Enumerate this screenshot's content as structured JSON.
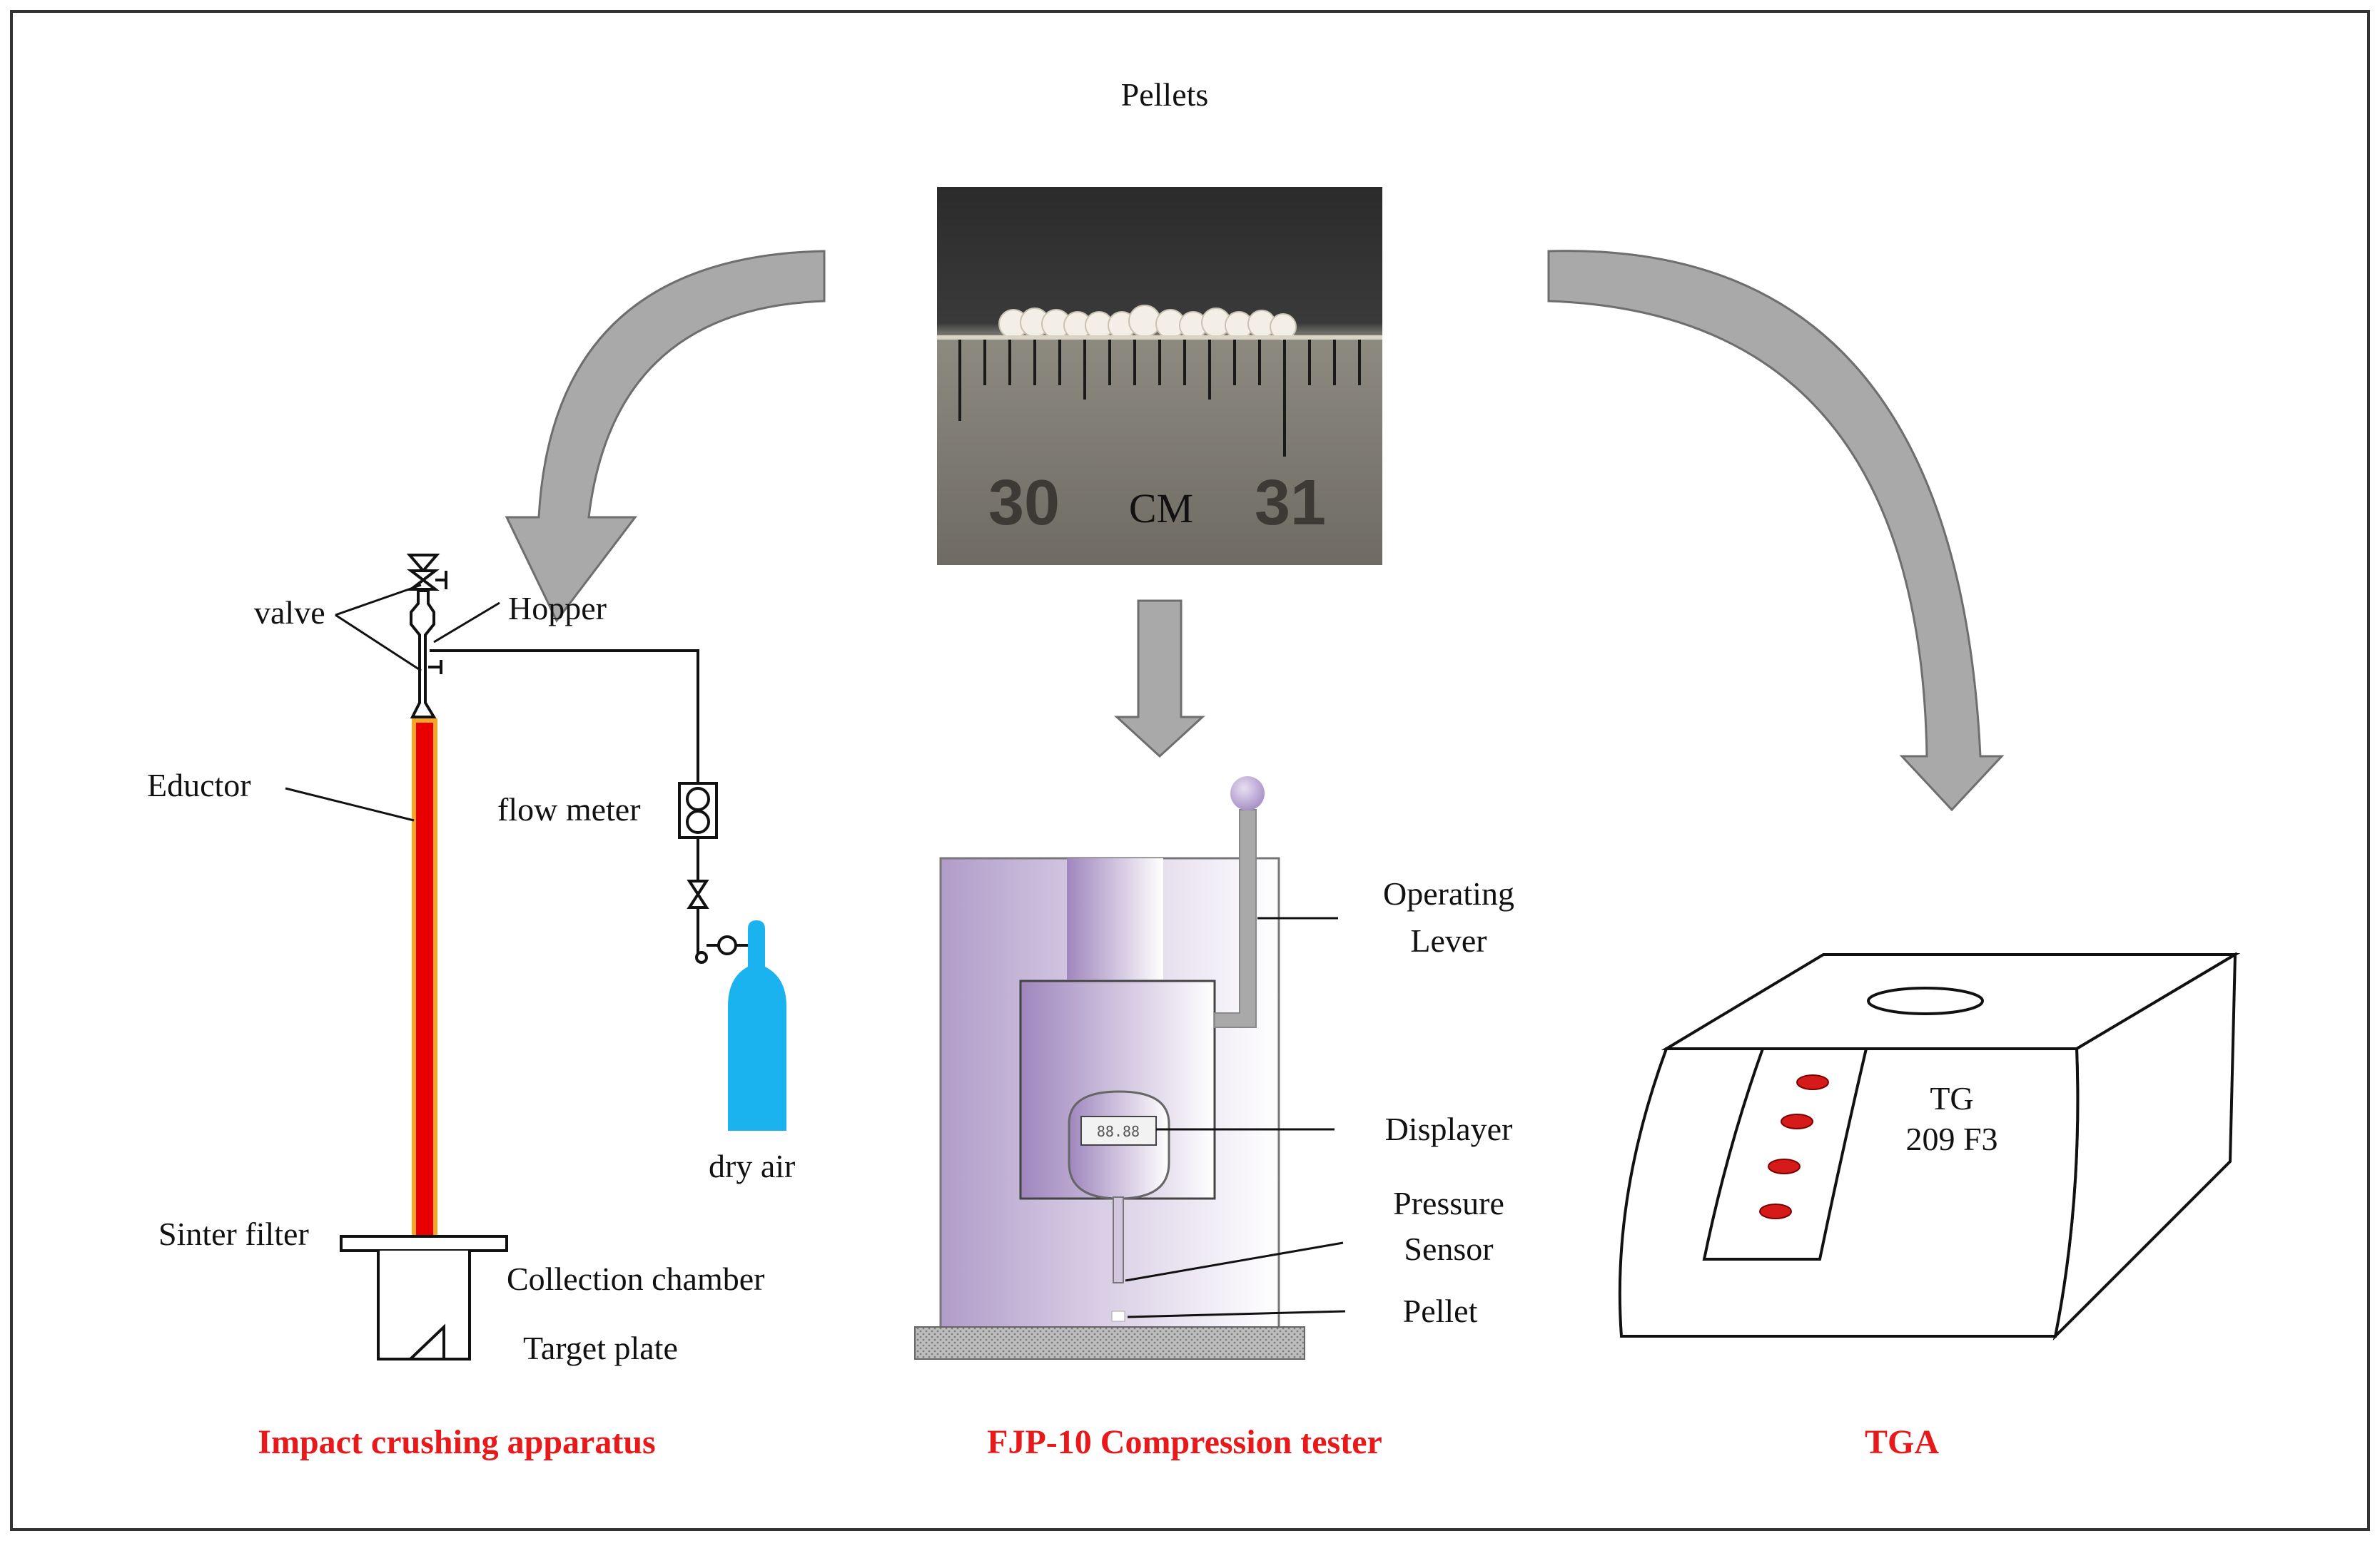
{
  "top_label": "Pellets",
  "photo": {
    "ruler_left": "30",
    "ruler_unit": "CM",
    "ruler_right": "31"
  },
  "impact": {
    "title": "Impact crushing apparatus",
    "valve": "valve",
    "hopper": "Hopper",
    "eductor": "Eductor",
    "flow_meter": "flow meter",
    "dry_air": "dry air",
    "sinter_filter": "Sinter filter",
    "collection_chamber": "Collection chamber",
    "target_plate": "Target plate"
  },
  "compression": {
    "title": "FJP-10 Compression tester",
    "operating": "Operating",
    "lever": "Lever",
    "displayer": "Displayer",
    "display_value": "88.88",
    "pressure": "Pressure",
    "sensor": "Sensor",
    "pellet": "Pellet"
  },
  "tga": {
    "title": "TGA",
    "model_line1": "TG",
    "model_line2": "209 F3"
  },
  "colors": {
    "title_red": "#e8191a",
    "eductor_red": "#e80000",
    "eductor_orange": "#f5a623",
    "cylinder_blue": "#1ab3f0",
    "arrow_gray": "#a9a9a9",
    "tester_purple": "#b19cc9",
    "tga_button_red": "#d61a1a"
  }
}
